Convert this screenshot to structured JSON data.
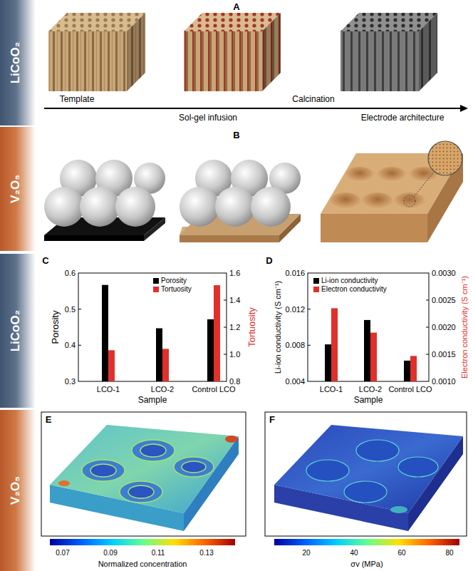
{
  "diagram": {
    "nodes": [
      {
        "text": [
          "LiCoO₂"
        ]
      },
      {
        "text": [
          "V₂O₅"
        ]
      },
      {
        "text": [
          "LiCoO₂"
        ]
      },
      {
        "text": [
          "V₂O₅"
        ]
      }
    ],
    "labels": [
      "A",
      "Template",
      "Sol-gel infusion",
      "Calcination",
      "Electrode architecture",
      "B",
      "C",
      "Porosity",
      "Tortuosity",
      "0.3",
      "0.4",
      "0.5",
      "0.6",
      "0.8",
      "1.0",
      "1.2",
      "1.4",
      "1.6",
      "LCO-1",
      "LCO-2",
      "Control LCO",
      "Sample",
      "D",
      "Li-ion conductivity (S cm⁻¹)",
      "Electron conductivity (S cm⁻¹)",
      "0.004",
      "0.008",
      "0.012",
      "0.016",
      "0.0010",
      "0.0015",
      "0.0020",
      "0.0025",
      "0.0030",
      "LCO-1",
      "LCO-2",
      "Control LCO",
      "Sample",
      "E",
      "0.07",
      "0.09",
      "0.11",
      "0.13",
      "Normalized concentration",
      "F",
      "20",
      "40",
      "60",
      "80",
      "σv (MPa)"
    ],
    "legend": [
      {
        "text": "Porosity",
        "color": "#000000"
      },
      {
        "text": "Tortuosity",
        "color": "#e0302a"
      },
      {
        "text": "Li-ion conductivity",
        "color": "#000000"
      },
      {
        "text": "Electron conductivity",
        "color": "#e0302a"
      }
    ]
  }
}
